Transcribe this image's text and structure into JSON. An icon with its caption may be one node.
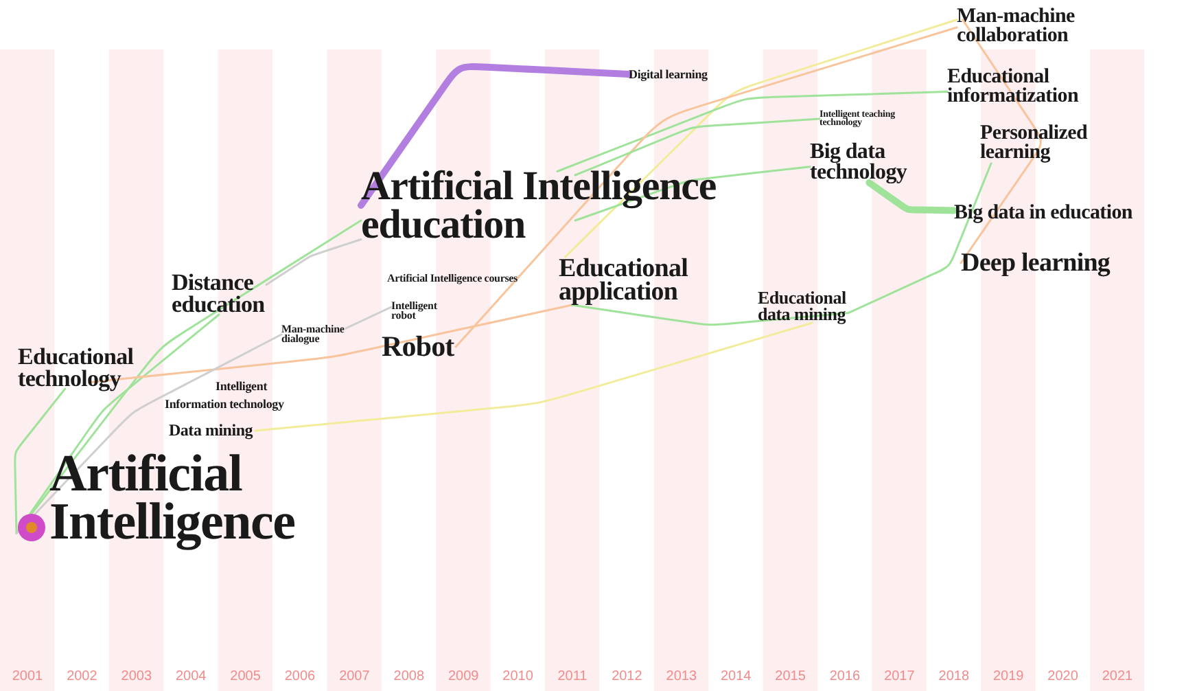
{
  "diagram": {
    "nodes": [
      {
        "text": [
          "Artificial Intelligence"
        ]
      },
      {
        "text": [
          "Educational technology"
        ]
      },
      {
        "text": [
          "Distance education"
        ]
      },
      {
        "text": [
          "Data mining"
        ]
      },
      {
        "text": [
          "Intelligent"
        ]
      },
      {
        "text": [
          "Information technology"
        ]
      },
      {
        "text": [
          "Man-machine dialogue"
        ]
      },
      {
        "text": [
          "Artificial Intelligence education"
        ]
      },
      {
        "text": [
          "Artificial Intelligence courses"
        ]
      },
      {
        "text": [
          "Intelligent robot"
        ]
      },
      {
        "text": [
          "Robot"
        ]
      },
      {
        "text": [
          "Digital learning"
        ]
      },
      {
        "text": [
          "Educational application"
        ]
      },
      {
        "text": [
          "Educational data mining"
        ]
      },
      {
        "text": [
          "Intelligent teaching technology"
        ]
      },
      {
        "text": [
          "Big data technology"
        ]
      },
      {
        "text": [
          "Man-machine collaboration"
        ]
      },
      {
        "text": [
          "Educational informatization"
        ]
      },
      {
        "text": [
          "Personalized learning"
        ]
      },
      {
        "text": [
          "Big data in education"
        ]
      },
      {
        "text": [
          "Deep learning"
        ]
      }
    ],
    "edges": [
      {
        "from": 0,
        "to": 1,
        "arrow": "none"
      },
      {
        "from": 0,
        "to": 2,
        "arrow": "none"
      },
      {
        "from": 0,
        "to": 7,
        "arrow": "none"
      },
      {
        "from": 2,
        "to": 7,
        "arrow": "none",
        "color": "#cfcfcf"
      },
      {
        "from": 7,
        "to": 11,
        "arrow": "none",
        "style": "thick",
        "color": "#b27ee0"
      },
      {
        "from": 1,
        "to": 12,
        "arrow": "none",
        "color": "#f7c49c"
      },
      {
        "from": 3,
        "to": 13,
        "arrow": "none",
        "color": "#f2ec9a"
      },
      {
        "from": 12,
        "to": 13,
        "arrow": "none"
      },
      {
        "from": 13,
        "to": 18,
        "arrow": "none"
      },
      {
        "from": 12,
        "to": 16,
        "arrow": "none",
        "color": "#f2ec9a"
      },
      {
        "from": 15,
        "to": 19,
        "arrow": "none",
        "style": "thick"
      },
      {
        "from": 7,
        "to": 15,
        "arrow": "none"
      },
      {
        "from": 7,
        "to": 17,
        "arrow": "none"
      },
      {
        "from": 10,
        "to": 16,
        "arrow": "none",
        "color": "#f7c49c"
      },
      {
        "from": 16,
        "to": 20,
        "arrow": "none",
        "color": "#f7c49c"
      },
      {
        "from": 0,
        "to": 6,
        "arrow": "none",
        "color": "#cfcfcf"
      },
      {
        "from": 6,
        "to": 9,
        "arrow": "none",
        "color": "#cfcfcf"
      },
      {
        "from": 7,
        "to": 14,
        "arrow": "none"
      }
    ],
    "labels": [
      "2001",
      "2002",
      "2003",
      "2004",
      "2005",
      "2006",
      "2007",
      "2008",
      "2009",
      "2010",
      "2011",
      "2012",
      "2013",
      "2014",
      "2015",
      "2016",
      "2017",
      "2018",
      "2019",
      "2020",
      "2021"
    ]
  }
}
